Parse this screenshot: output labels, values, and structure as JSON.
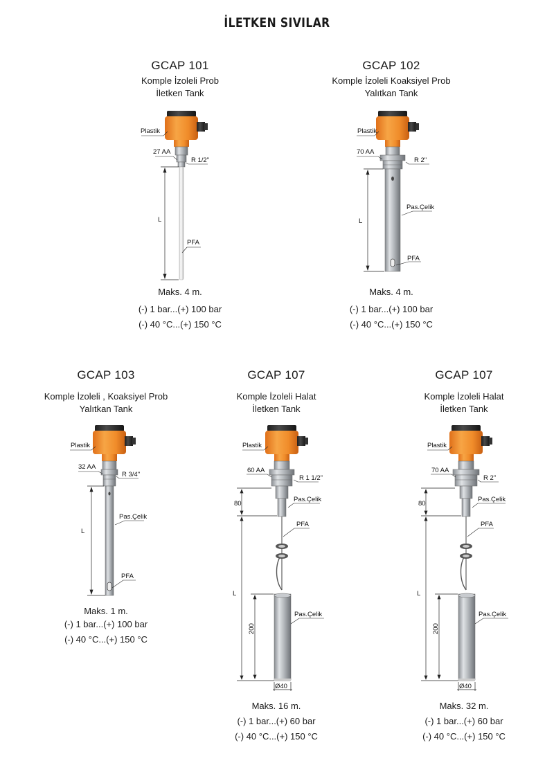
{
  "page": {
    "title": "İLETKEN SIVILAR"
  },
  "products": [
    {
      "model": "GCAP 101",
      "desc1": "Komple İzoleli Prob",
      "desc2": "İletken Tank",
      "labels": {
        "housing": "Plastik",
        "wrench": "27 AA",
        "thread": "R 1/2\"",
        "length": "L",
        "rod": "PFA"
      },
      "max": "Maks. 4 m.",
      "pressure": "(-) 1 bar...(+) 100 bar",
      "temperature": "(-) 40 °C...(+) 150 °C"
    },
    {
      "model": "GCAP 102",
      "desc1": "Komple İzoleli Koaksiyel Prob",
      "desc2": "Yalıtkan Tank",
      "labels": {
        "housing": "Plastik",
        "wrench": "70 AA",
        "thread": "R 2\"",
        "length": "L",
        "tube": "Pas.Çelik",
        "rod": "PFA"
      },
      "max": "Maks. 4 m.",
      "pressure": "(-) 1 bar...(+) 100 bar",
      "temperature": "(-) 40 °C...(+) 150 °C"
    },
    {
      "model": "GCAP 103",
      "desc1": "Komple İzoleli , Koaksiyel Prob",
      "desc2": "Yalıtkan Tank",
      "labels": {
        "housing": "Plastik",
        "wrench": "32 AA",
        "thread": "R 3/4\"",
        "length": "L",
        "tube": "Pas.Çelik",
        "rod": "PFA"
      },
      "max": "Maks. 1 m.",
      "pressure": "(-) 1 bar...(+) 100 bar",
      "temperature": "(-) 40 °C...(+) 150 °C"
    },
    {
      "model": "GCAP 107",
      "desc1": "Komple İzoleli Halat",
      "desc2": "İletken Tank",
      "labels": {
        "housing": "Plastik",
        "wrench": "60 AA",
        "thread": "R 1 1/2\"",
        "top_dim": "80",
        "neck": "Pas.Çelik",
        "cable": "PFA",
        "length": "L",
        "weight_dim": "200",
        "weight": "Pas.Çelik",
        "diameter": "Ø40"
      },
      "max": "Maks. 16 m.",
      "pressure": "(-) 1 bar...(+) 60 bar",
      "temperature": "(-) 40 °C...(+) 150 °C"
    },
    {
      "model": "GCAP 107",
      "desc1": "Komple İzoleli Halat",
      "desc2": "İletken Tank",
      "labels": {
        "housing": "Plastik",
        "wrench": "70 AA",
        "thread": "R 2\"",
        "top_dim": "80",
        "neck": "Pas.Çelik",
        "cable": "PFA",
        "length": "L",
        "weight_dim": "200",
        "weight": "Pas.Çelik",
        "diameter": "Ø40"
      },
      "max": "Maks. 32 m.",
      "pressure": "(-) 1 bar...(+) 60 bar",
      "temperature": "(-) 40 °C...(+) 150 °C"
    }
  ]
}
